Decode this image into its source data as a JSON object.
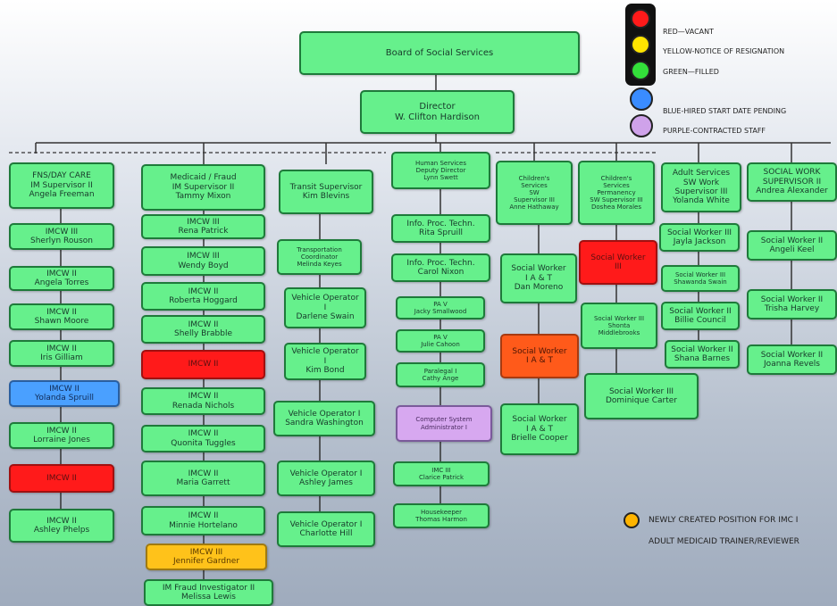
{
  "legend": {
    "red": {
      "label": "RED—VACANT",
      "color": "#ff1a1a"
    },
    "yellow": {
      "label": "YELLOW-NOTICE OF RESIGNATION",
      "color": "#ffe400"
    },
    "green": {
      "label": "GREEN—FILLED",
      "color": "#33e03a"
    },
    "blue": {
      "label": "BLUE-HIRED START DATE PENDING",
      "color": "#3a8cff"
    },
    "purple": {
      "label": "PURPLE-CONTRACTED STAFF",
      "color": "#cfa2ea"
    }
  },
  "newly_created_note": {
    "line1": "NEWLY CREATED POSITION FOR IMC I",
    "line2": "ADULT MEDICAID TRAINER/REVIEWER",
    "color": "#ffb400"
  },
  "top": {
    "board": "Board of Social Services",
    "director": "Director\nW. Clifton Hardison"
  },
  "columns": {
    "fns": {
      "head": "FNS/DAY CARE\nIM Supervisor II\nAngela Freeman",
      "staff": [
        {
          "text": "IMCW III\nSherlyn Rouson",
          "status": "filled"
        },
        {
          "text": "IMCW II\nAngela Torres",
          "status": "filled"
        },
        {
          "text": "IMCW II\nShawn Moore",
          "status": "filled"
        },
        {
          "text": "IMCW II\nIris Gilliam",
          "status": "filled"
        },
        {
          "text": "IMCW II\nYolanda Spruill",
          "status": "hired"
        },
        {
          "text": "IMCW II\nLorraine Jones",
          "status": "filled"
        },
        {
          "text": "IMCW II",
          "status": "vacant"
        },
        {
          "text": "IMCW II\nAshley Phelps",
          "status": "filled"
        }
      ]
    },
    "medicaid": {
      "head": "Medicaid / Fraud\nIM Supervisor II\nTammy Mixon",
      "staff": [
        {
          "text": "IMCW III\nRena Patrick",
          "status": "filled"
        },
        {
          "text": "IMCW III\nWendy Boyd",
          "status": "filled"
        },
        {
          "text": "IMCW II\nRoberta Hoggard",
          "status": "filled"
        },
        {
          "text": "IMCW II\nShelly Brabble",
          "status": "filled"
        },
        {
          "text": "IMCW II",
          "status": "vacant"
        },
        {
          "text": "IMCW II\nRenada Nichols",
          "status": "filled"
        },
        {
          "text": "IMCW II\nQuonita Tuggles",
          "status": "filled"
        },
        {
          "text": "IMCW II\nMaria Garrett",
          "status": "filled"
        },
        {
          "text": "IMCW II\nMinnie Hortelano",
          "status": "filled"
        },
        {
          "text": "IMCW III\nJennifer Gardner",
          "status": "newpos"
        },
        {
          "text": "IM Fraud Investigator II\nMelissa Lewis",
          "status": "filled"
        }
      ]
    },
    "transit": {
      "head": "Transit Supervisor\nKim Blevins",
      "staff": [
        {
          "text": "Transportation\nCoordinator\nMelinda Keyes",
          "status": "filled"
        },
        {
          "text": "Vehicle Operator\nI\nDarlene Swain",
          "status": "filled"
        },
        {
          "text": "Vehicle Operator\nI\nKim Bond",
          "status": "filled"
        },
        {
          "text": "Vehicle Operator I\nSandra Washington",
          "status": "filled"
        },
        {
          "text": "Vehicle Operator I\nAshley James",
          "status": "filled"
        },
        {
          "text": "Vehicle Operator I\nCharlotte Hill",
          "status": "filled"
        }
      ]
    },
    "human": {
      "head": "Human Services\nDeputy Director\nLynn Swett",
      "staff": [
        {
          "text": "Info. Proc. Techn.\nRita Spruill",
          "status": "filled"
        },
        {
          "text": "Info. Proc. Techn.\nCarol Nixon",
          "status": "filled"
        },
        {
          "text": "PA V\nJacky Smallwood",
          "status": "filled"
        },
        {
          "text": "PA V\nJulie Cahoon",
          "status": "filled"
        },
        {
          "text": "Paralegal I\nCathy Ange",
          "status": "filled"
        },
        {
          "text": "Computer System\nAdministrator I",
          "status": "contracted"
        },
        {
          "text": "IMC III\nClarice Patrick",
          "status": "filled"
        },
        {
          "text": "Housekeeper\nThomas Harmon",
          "status": "filled"
        }
      ]
    },
    "children": {
      "head": "Children's\nServices\nSW\nSupervisor III\nAnne Hathaway",
      "staff": [
        {
          "text": "Social Worker\nI A & T\nDan Moreno",
          "status": "filled"
        },
        {
          "text": "Social Worker\nI A & T",
          "status": "vacant-orange"
        },
        {
          "text": "Social Worker\nI A & T\nBrielle Cooper",
          "status": "filled"
        }
      ]
    },
    "permanency": {
      "head": "Children's\nServices\nPermanency\nSW Supervisor III\nDoshea Morales",
      "staff": [
        {
          "text": "Social Worker\nIII",
          "status": "vacant"
        },
        {
          "text": "Social Worker III\nShonta\nMiddlebrooks",
          "status": "filled"
        },
        {
          "text": "Social Worker III\nDominique Carter",
          "status": "filled"
        }
      ]
    },
    "adult": {
      "head": "Adult Services\nSW Work\nSupervisor III\nYolanda White",
      "staff": [
        {
          "text": "Social Worker III\nJayla Jackson",
          "status": "filled"
        },
        {
          "text": "Social Worker III\nShawanda Swain",
          "status": "filled"
        },
        {
          "text": "Social Worker II\nBillie Council",
          "status": "filled"
        },
        {
          "text": "Social Worker II\nShana Barnes",
          "status": "filled"
        }
      ]
    },
    "socialwork": {
      "head": "SOCIAL WORK\nSUPERVISOR II\nAndrea Alexander",
      "staff": [
        {
          "text": "Social Worker II\nAngeli Keel",
          "status": "filled"
        },
        {
          "text": "Social Worker II\nTrisha Harvey",
          "status": "filled"
        },
        {
          "text": "Social Worker II\nJoanna Revels",
          "status": "filled"
        }
      ]
    }
  }
}
